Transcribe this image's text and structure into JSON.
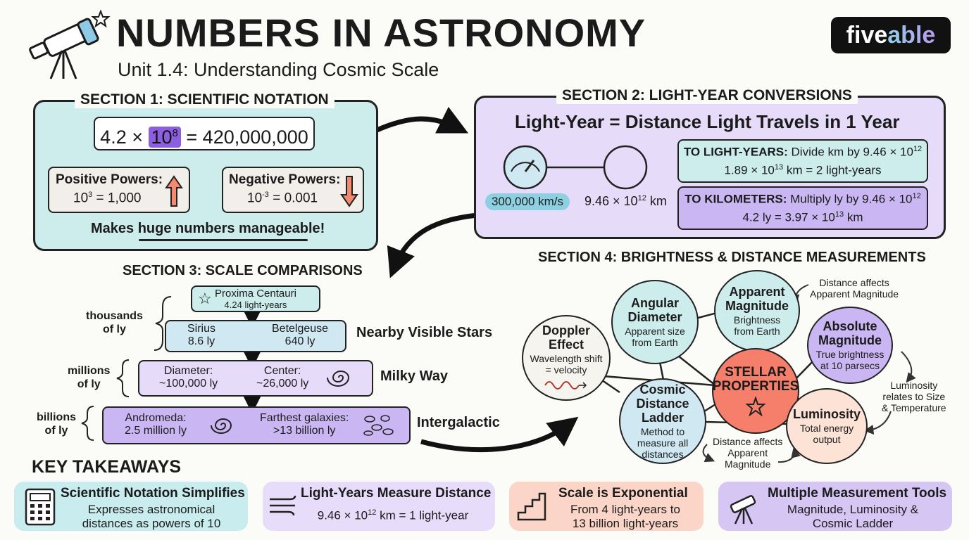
{
  "header": {
    "title": "NUMBERS IN ASTRONOMY",
    "subtitle": "Unit 1.4: Understanding Cosmic Scale",
    "logo_a": "five",
    "logo_b": "able"
  },
  "section1": {
    "heading": "SECTION 1: SCIENTIFIC NOTATION",
    "example_base": "4.2 ×",
    "example_power_base": "10",
    "example_exp": "8",
    "example_result": "= 420,000,000",
    "positive_label": "Positive Powers:",
    "positive_base": "10",
    "positive_exp": "3",
    "positive_value": "= 1,000",
    "negative_label": "Negative Powers:",
    "negative_base": "10",
    "negative_exp": "-3",
    "negative_value": "= 0.001",
    "footer": "Makes huge numbers manageable!"
  },
  "section2": {
    "heading": "SECTION 2: LIGHT-YEAR CONVERSIONS",
    "definition": "Light-Year = Distance Light Travels in 1 Year",
    "speed": "300,000 km/s",
    "distance_base": "9.46 × 10",
    "distance_exp": "12",
    "distance_unit": "km",
    "to_ly_title": "TO LIGHT-YEARS:",
    "to_ly_text": "Divide km by 9.46 × 10",
    "to_ly_exp": "12",
    "to_ly_ex_base": "1.89 × 10",
    "to_ly_ex_exp": "13",
    "to_ly_ex_rest": "km = 2 light-years",
    "to_km_title": "TO KILOMETERS:",
    "to_km_text": "Multiply ly by 9.46 × 10",
    "to_km_exp": "12",
    "to_km_ex_base": "4.2 ly = 3.97 × 10",
    "to_km_ex_exp": "13",
    "to_km_ex_rest": "km"
  },
  "section3": {
    "heading": "SECTION 3: SCALE COMPARISONS",
    "proxima_name": "Proxima Centauri",
    "proxima_dist": "4.24 light-years",
    "scale_thousands": [
      "thousands",
      "of ly"
    ],
    "scale_millions": [
      "millions",
      "of ly"
    ],
    "scale_billions": [
      "billions",
      "of ly"
    ],
    "sirius_name": "Sirius",
    "sirius_dist": "8.6 ly",
    "betelgeuse_name": "Betelgeuse",
    "betelgeuse_dist": "640 ly",
    "nearby_label": "Nearby Visible Stars",
    "mw_diam_label": "Diameter:",
    "mw_diam_value": "~100,000 ly",
    "mw_center_label": "Center:",
    "mw_center_value": "~26,000 ly",
    "mw_label": "Milky Way",
    "andromeda_label": "Andromeda:",
    "andromeda_value": "2.5 million ly",
    "farthest_label": "Farthest galaxies:",
    "farthest_value": ">13 billion ly",
    "intergalactic_label": "Intergalactic"
  },
  "section4": {
    "heading": "SECTION 4: BRIGHTNESS & DISTANCE MEASUREMENTS",
    "center": [
      "STELLAR",
      "PROPERTIES"
    ],
    "nodes": {
      "angular": {
        "title": [
          "Angular",
          "Diameter"
        ],
        "desc": [
          "Apparent size",
          "from Earth"
        ]
      },
      "apparent": {
        "title": [
          "Apparent",
          "Magnitude"
        ],
        "desc": [
          "Brightness",
          "from Earth"
        ]
      },
      "absolute": {
        "title": [
          "Absolute",
          "Magnitude"
        ],
        "desc": [
          "True brightness",
          "at 10 parsecs"
        ]
      },
      "doppler": {
        "title": [
          "Doppler",
          "Effect"
        ],
        "desc": [
          "Wavelength shift",
          "= velocity"
        ]
      },
      "cosmic": {
        "title": [
          "Cosmic",
          "Distance",
          "Ladder"
        ],
        "desc": [
          "Method to",
          "measure all",
          "distances"
        ]
      },
      "luminosity": {
        "title": [
          "Luminosity"
        ],
        "desc": [
          "Total energy",
          "output"
        ]
      }
    },
    "note_top": [
      "Distance affects",
      "Apparent Magnitude"
    ],
    "note_right": [
      "Luminosity",
      "relates to Size",
      "& Temperature"
    ],
    "note_bottom": [
      "Distance affects",
      "Apparent",
      "Magnitude"
    ]
  },
  "takeaways": {
    "heading": "KEY TAKEAWAYS",
    "items": [
      {
        "title": "Scientific Notation Simplifies",
        "desc1": "Expresses astronomical",
        "desc2": "distances as powers of 10",
        "color": "#c9ecee"
      },
      {
        "title": "Light-Years Measure Distance",
        "desc1_base": "9.46 × 10",
        "desc1_exp": "12",
        "desc1_rest": "km = 1 light-year",
        "color": "#e7dcfa"
      },
      {
        "title": "Scale is Exponential",
        "desc1": "From 4 light-years to",
        "desc2": "13 billion light-years",
        "color": "#fbd6c8"
      },
      {
        "title": "Multiple Measurement Tools",
        "desc1": "Magnitude, Luminosity &",
        "desc2": "Cosmic Ladder",
        "color": "#d6c6f4"
      }
    ]
  },
  "colors": {
    "teal": "#cdecec",
    "lavender": "#e6dcfa",
    "purple": "#c9b6f2",
    "coral": "#f57f6a",
    "peach": "#fde2d6",
    "blue": "#cfe8f2"
  }
}
